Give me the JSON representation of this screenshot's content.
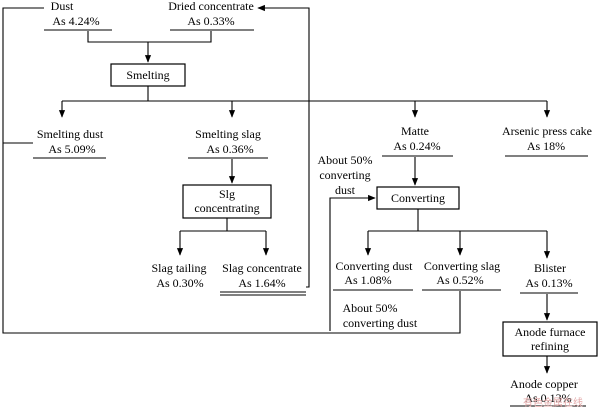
{
  "inputs": {
    "dust": {
      "name": "Dust",
      "value": "As 4.24%"
    },
    "dried_concentrate": {
      "name": "Dried concentrate",
      "value": "As 0.33%"
    }
  },
  "processes": {
    "smelting": "Smelting",
    "slag_concentrating": [
      "Slg",
      "concentrating"
    ],
    "converting": "Converting",
    "anode_refining": [
      "Anode furnace",
      "refining"
    ]
  },
  "smelting_products": {
    "smelting_dust": {
      "name": "Smelting dust",
      "value": "As 5.09%"
    },
    "smelting_slag": {
      "name": "Smelting slag",
      "value": "As 0.36%"
    },
    "matte": {
      "name": "Matte",
      "value": "As 0.24%"
    },
    "arsenic_press_cake": {
      "name": "Arsenic press cake",
      "value": "As 18%"
    }
  },
  "concentrating_products": {
    "slag_tailing": {
      "name": "Slag tailing",
      "value": "As 0.30%"
    },
    "slag_concentrate": {
      "name": "Slag concentrate",
      "value": "As 1.64%"
    }
  },
  "converting_products": {
    "converting_dust": {
      "name": "Converting dust",
      "value": "As 1.08%"
    },
    "converting_slag": {
      "name": "Converting slag",
      "value": "As 0.52%"
    },
    "blister": {
      "name": "Blister",
      "value": "As 0.13%"
    }
  },
  "final_product": {
    "name": "Anode copper",
    "value": "As 0.13%"
  },
  "annotations": {
    "recycle_upper": [
      "About 50%",
      "converting",
      "dust"
    ],
    "recycle_lower": [
      "About 50%",
      "converting dust"
    ]
  },
  "watermark": "有色金属在线"
}
